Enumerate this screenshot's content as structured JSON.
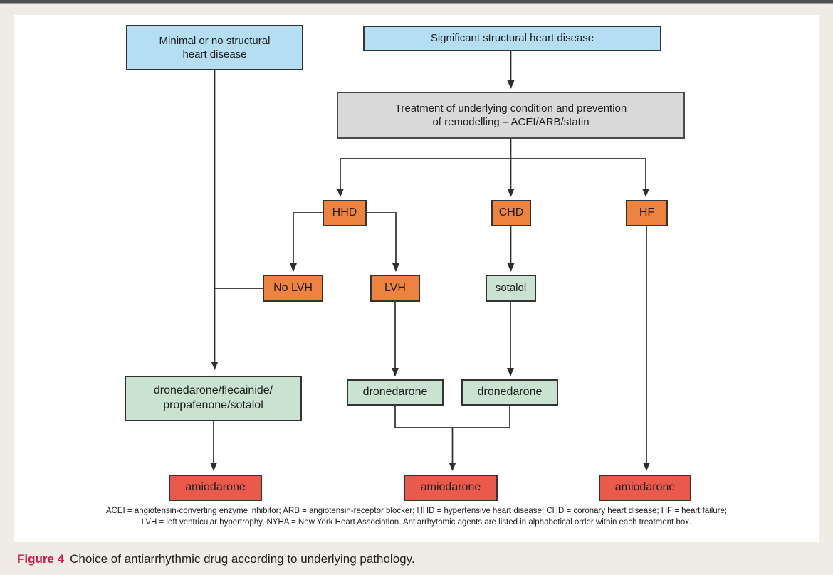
{
  "page": {
    "top_bar_color": "#4e4e4e",
    "background_color": "#efece5",
    "panel_color": "#ffffff"
  },
  "flowchart": {
    "nodes": {
      "minimal": {
        "label": "Minimal or no structural\nheart disease",
        "color": "#b5def2"
      },
      "significant": {
        "label": "Significant structural heart disease",
        "color": "#b5def2"
      },
      "treatment": {
        "label": "Treatment of underlying condition and prevention\nof remodelling – ACEI/ARB/statin",
        "color": "#d9d9d9"
      },
      "hhd": {
        "label": "HHD",
        "color": "#ee8340"
      },
      "chd": {
        "label": "CHD",
        "color": "#ee8340"
      },
      "hf": {
        "label": "HF",
        "color": "#ee8340"
      },
      "no_lvh": {
        "label": "No LVH",
        "color": "#ee8340"
      },
      "lvh": {
        "label": "LVH",
        "color": "#ee8340"
      },
      "sotalol": {
        "label": "sotalol",
        "color": "#c9e3d0"
      },
      "drug_combo": {
        "label": "dronedarone/flecainide/\npropafenone/sotalol",
        "color": "#c9e3d0"
      },
      "dronedarone_left": {
        "label": "dronedarone",
        "color": "#c9e3d0"
      },
      "dronedarone_right": {
        "label": "dronedarone",
        "color": "#c9e3d0"
      },
      "amiodarone_left": {
        "label": "amiodarone",
        "color": "#e95a4d"
      },
      "amiodarone_mid": {
        "label": "amiodarone",
        "color": "#e95a4d"
      },
      "amiodarone_right": {
        "label": "amiodarone",
        "color": "#e95a4d"
      }
    },
    "edges": [
      {
        "from": "significant",
        "to": "treatment"
      },
      {
        "from": "treatment",
        "to": "hhd"
      },
      {
        "from": "treatment",
        "to": "chd"
      },
      {
        "from": "treatment",
        "to": "hf"
      },
      {
        "from": "hhd",
        "to": "no_lvh"
      },
      {
        "from": "hhd",
        "to": "lvh"
      },
      {
        "from": "chd",
        "to": "sotalol"
      },
      {
        "from": "minimal",
        "to": "drug_combo"
      },
      {
        "from": "no_lvh",
        "to": "drug_combo"
      },
      {
        "from": "lvh",
        "to": "dronedarone_left"
      },
      {
        "from": "sotalol",
        "to": "dronedarone_right"
      },
      {
        "from": "drug_combo",
        "to": "amiodarone_left"
      },
      {
        "from": "dronedarone_left",
        "to": "amiodarone_mid"
      },
      {
        "from": "dronedarone_right",
        "to": "amiodarone_mid"
      },
      {
        "from": "hf",
        "to": "amiodarone_right"
      }
    ],
    "line_color": "#2e2e2e"
  },
  "footnote": {
    "line1": "ACEI = angiotensin-converting enzyme inhibitor; ARB = angiotensin-receptor blocker; HHD = hypertensive heart disease; CHD = coronary heart disease; HF = heart failure;",
    "line2": "LVH = left ventricular hypertrophy, NYHA = New York Heart Association. Antiarrhythmic agents are listed in alphabetical order within each treatment box."
  },
  "caption": {
    "label": "Figure 4",
    "label_color": "#d21d4b",
    "text": "Choice of antiarrhythmic drug according to underlying pathology."
  }
}
